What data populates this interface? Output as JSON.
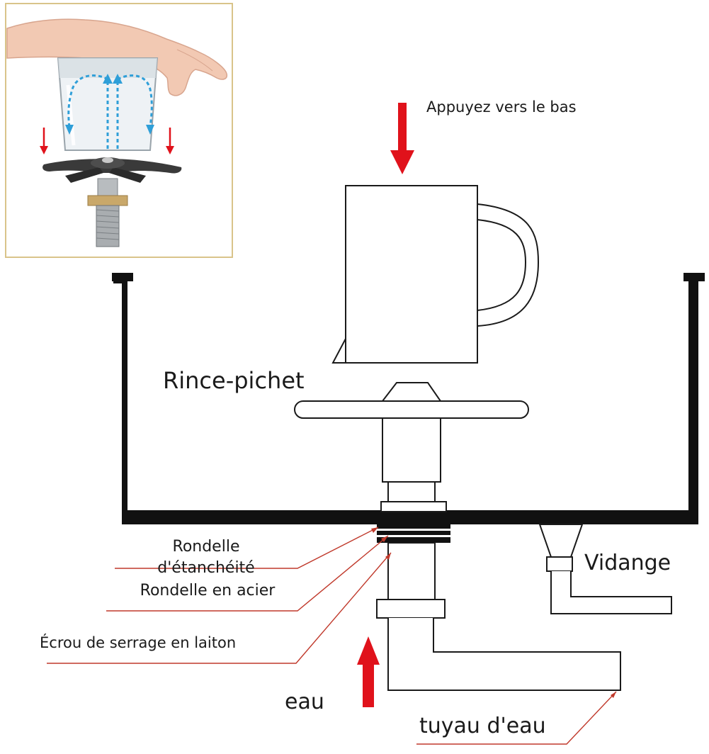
{
  "diagram": {
    "labels": {
      "press_down": "Appuyez vers le bas",
      "rinser": "Rince-pichet",
      "drain": "Vidange",
      "seal_washer_line1": "Rondelle",
      "seal_washer_line2": "d'étanchéité",
      "steel_washer": "Rondelle en acier",
      "brass_nut": "Écrou de serrage en laiton",
      "water": "eau",
      "water_pipe": "tuyau d'eau"
    },
    "inset_photo": {
      "subject": "hand pressing glass onto rinser",
      "icons": [
        "hand-icon",
        "glass-icon",
        "water-jet-arrows-icon",
        "rinser-spider-icon",
        "threaded-shank-icon"
      ]
    },
    "colors": {
      "outline": "#1a1a1a",
      "sink_wall": "#111111",
      "arrow_red": "#e0121b",
      "leader_red": "#c0392b",
      "inset_border": "#d9c48a",
      "water_blue": "#2f9fd8"
    }
  }
}
